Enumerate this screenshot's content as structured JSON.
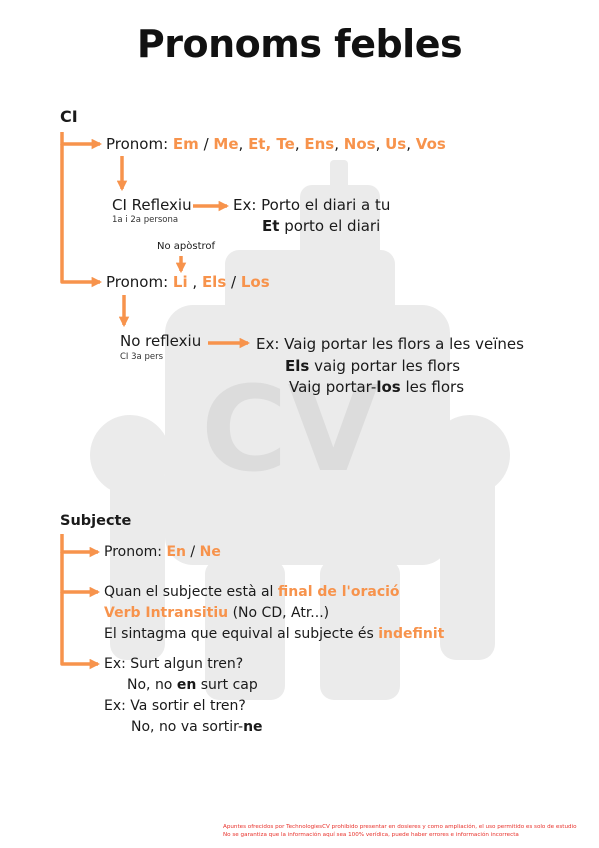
{
  "title": "Pronoms febles",
  "colors": {
    "accent": "#f7934c",
    "watermark": "#e9e9e9",
    "footer": "#e8302a"
  },
  "watermark": {
    "text": "CV"
  },
  "ci": {
    "heading": "CI",
    "pronom1": {
      "label": "Pronom: ",
      "items": [
        "Em",
        "Me",
        "Et, Te",
        "Ens",
        "Nos",
        "Us",
        "Vos"
      ],
      "sep_slash": " / ",
      "sep_comma": ", "
    },
    "reflexiu": {
      "label": "CI Reflexiu",
      "sub": "1a i 2a persona",
      "ex_line1": "Ex: Porto el diari a tu",
      "ex_line2_bold": "Et",
      "ex_line2_rest": " porto el diari"
    },
    "apostrof_note": "No apòstrof",
    "pronom2": {
      "label": "Pronom: ",
      "items": [
        "Li",
        "Els",
        "Los"
      ],
      "sep_comma": " , ",
      "sep_slash": " / "
    },
    "no_reflexiu": {
      "label": "No reflexiu",
      "sub": "CI 3a pers",
      "ex_line1": "Ex: Vaig portar les flors a les veïnes",
      "ex_line2_bold": "Els",
      "ex_line2_rest": " vaig portar les flors",
      "ex_line3_pre": "Vaig portar-",
      "ex_line3_bold": "los",
      "ex_line3_rest": " les flors"
    }
  },
  "subjecte": {
    "heading": "Subjecte",
    "pronom": {
      "label": "Pronom: ",
      "items": [
        "En",
        "Ne"
      ],
      "sep_slash": " / "
    },
    "cond1_pre": "Quan el subjecte està al ",
    "cond1_accent": "final de l'oració",
    "cond2_accent": "Verb Intransitiu",
    "cond2_rest": " (No CD, Atr...)",
    "cond3_pre": "El sintagma que equival al subjecte és ",
    "cond3_accent": "indefinit",
    "ex1": "Ex: Surt algun tren?",
    "ans1_pre": "No, no ",
    "ans1_bold": "en",
    "ans1_rest": " surt cap",
    "ex2": "Ex: Va sortir el tren?",
    "ans2_pre": "No, no va sortir-",
    "ans2_bold": "ne"
  },
  "footer": {
    "line1": "Apuntes ofrecidos por TechnologiesCV prohibido presentar en dosieres y como ampliación, el uso permitido es solo de estudio",
    "line2": "No se garantiza que la información aquí sea 100% verídica, puede haber errores e información incorrecta"
  }
}
